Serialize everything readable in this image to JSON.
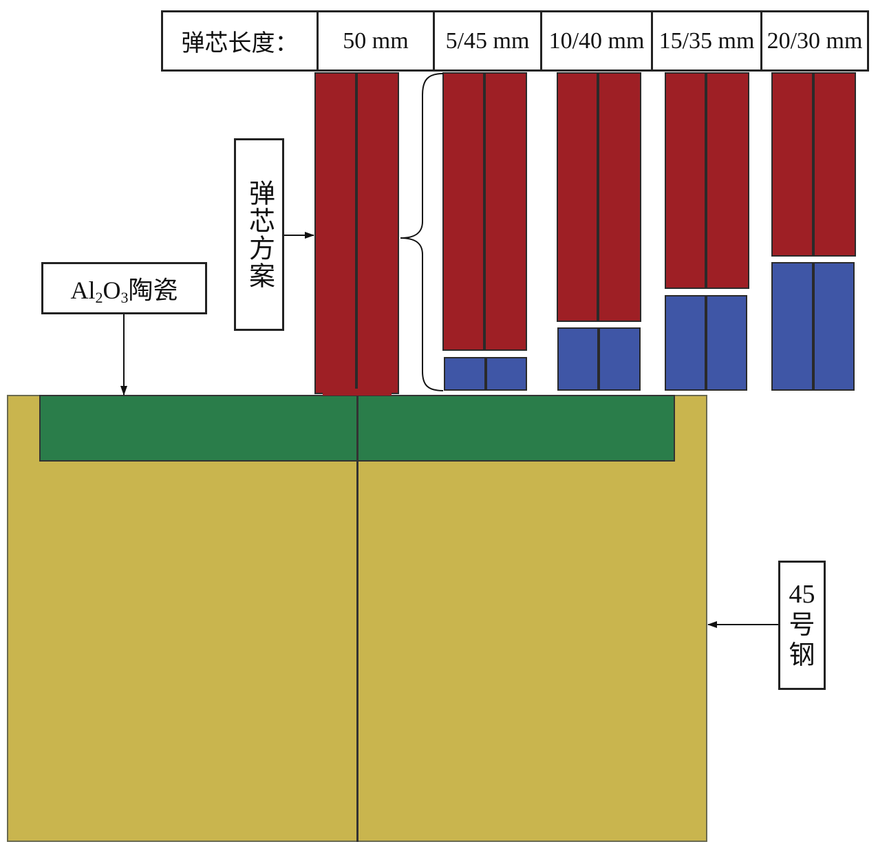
{
  "header": {
    "title": "弹芯长度：",
    "columns": [
      "50 mm",
      "5/45 mm",
      "10/40 mm",
      "15/35 mm",
      "20/30 mm"
    ]
  },
  "labels": {
    "core_scheme": "弹芯方案",
    "ceramic_prefix": "Al",
    "ceramic_sub1": "2",
    "ceramic_mid": "O",
    "ceramic_sub2": "3",
    "ceramic_suffix": "陶瓷",
    "steel_top": "45",
    "steel_mid": "号",
    "steel_bottom": "钢"
  },
  "colors": {
    "projectile": "#9e1f25",
    "segment": "#3f56a6",
    "ceramic": "#2a7d4a",
    "steel": "#c9b54e"
  }
}
